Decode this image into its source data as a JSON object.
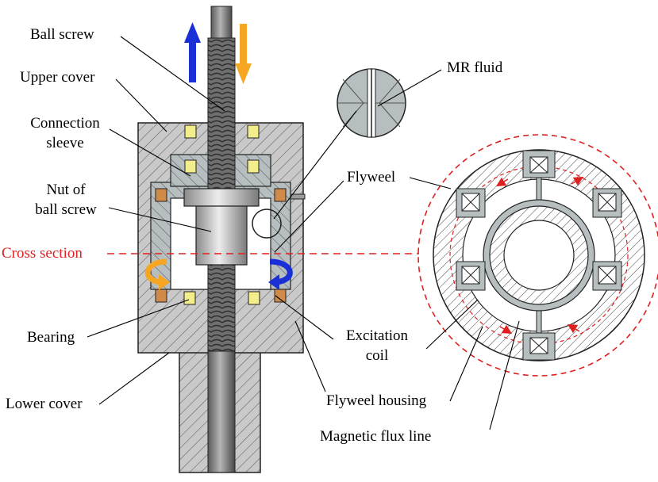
{
  "labels": {
    "ball_screw": "Ball screw",
    "upper_cover": "Upper cover",
    "connection_sleeve_1": "Connection",
    "connection_sleeve_2": "sleeve",
    "nut_1": "Nut of",
    "nut_2": "ball screw",
    "cross_section": "Cross section",
    "bearing": "Bearing",
    "lower_cover": "Lower cover",
    "mr_fluid": "MR  fluid",
    "flywheel": "Flyweel",
    "excitation_coil_1": "Excitation",
    "excitation_coil_2": "coil",
    "flywheel_housing": "Flyweel housing",
    "magnetic_flux_line": "Magnetic flux line"
  },
  "colors": {
    "arrow_blue": "#1a2fd6",
    "arrow_orange": "#f5a623",
    "section_red": "#e02020",
    "housing_gray": "#c9c9c9",
    "shaft_gray": "#8c8c8c",
    "flywheel_gray": "#b7bec0",
    "coil_copper": "#d08a4a",
    "bearing_yellow": "#f2ee8c"
  }
}
